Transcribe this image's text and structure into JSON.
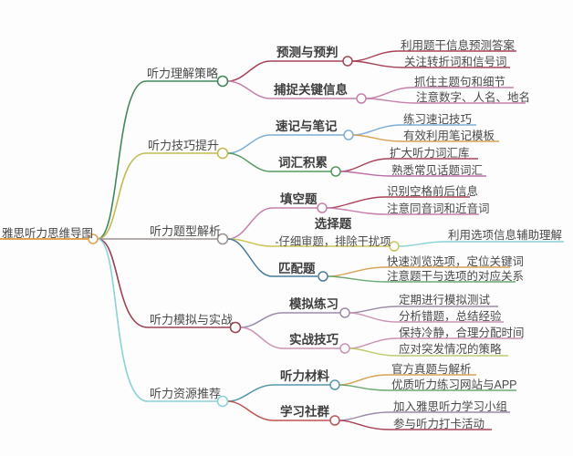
{
  "root": {
    "label": "雅思听力思维导图"
  },
  "branches": [
    {
      "label": "听力理解策略",
      "children": [
        {
          "label": "预测与预判",
          "leaves": [
            "利用题干信息预测答案",
            "关注转折词和信号词"
          ]
        },
        {
          "label": "捕捉关键信息",
          "leaves": [
            "抓住主题句和细节",
            "注意数字、人名、地名"
          ]
        }
      ]
    },
    {
      "label": "听力技巧提升",
      "children": [
        {
          "label": "速记与笔记",
          "leaves": [
            "练习速记技巧",
            "有效利用笔记模板"
          ]
        },
        {
          "label": "词汇积累",
          "leaves": [
            "扩大听力词汇库",
            "熟悉常见话题词汇"
          ]
        }
      ]
    },
    {
      "label": "听力题型解析",
      "children": [
        {
          "label": "填空题",
          "leaves": [
            "识别空格前后信息",
            "注意同音词和近音词"
          ]
        },
        {
          "label": "选择题",
          "note": "-仔细审题，排除干扰项",
          "leaves": [
            "利用选项信息辅助理解"
          ]
        },
        {
          "label": "匹配题",
          "leaves": [
            "快速浏览选项，定位关键词",
            "注意题干与选项的对应关系"
          ]
        }
      ]
    },
    {
      "label": "听力模拟与实战",
      "children": [
        {
          "label": "模拟练习",
          "leaves": [
            "定期进行模拟测试",
            "分析错题，总结经验"
          ]
        },
        {
          "label": "实战技巧",
          "leaves": [
            "保持冷静，合理分配时间",
            "应对突发情况的策略"
          ]
        }
      ]
    },
    {
      "label": "听力资源推荐",
      "children": [
        {
          "label": "听力材料",
          "leaves": [
            "官方真题与解析",
            "优质听力练习网站与APP"
          ]
        },
        {
          "label": "学习社群",
          "leaves": [
            "加入雅思听力学习小组",
            "参与听力打卡活动"
          ]
        }
      ]
    }
  ],
  "colors": {
    "root_orange": "#E2A353",
    "b1_green": "#43885C",
    "b2_yellow": "#C2BA52",
    "b3_grey": "#9D9292",
    "b4_maroon": "#9C4151",
    "b5_cyan": "#8BD2D5",
    "crimson": "#A84458",
    "pink": "#C581AA",
    "lightblue": "#7CAED6",
    "green": "#55985F",
    "leafgreen": "#6CA871",
    "yellow": "#CDC45B",
    "steelblue": "#4A7C9B",
    "purple": "#9C8CAA",
    "rosepink": "#CB93B4",
    "teal": "#5697AE",
    "red": "#BF5352",
    "orange": "#D9A254",
    "magenta": "#BC6FA5",
    "yellowgreen": "#BFCB70",
    "cyan": "#8BD2D5"
  }
}
